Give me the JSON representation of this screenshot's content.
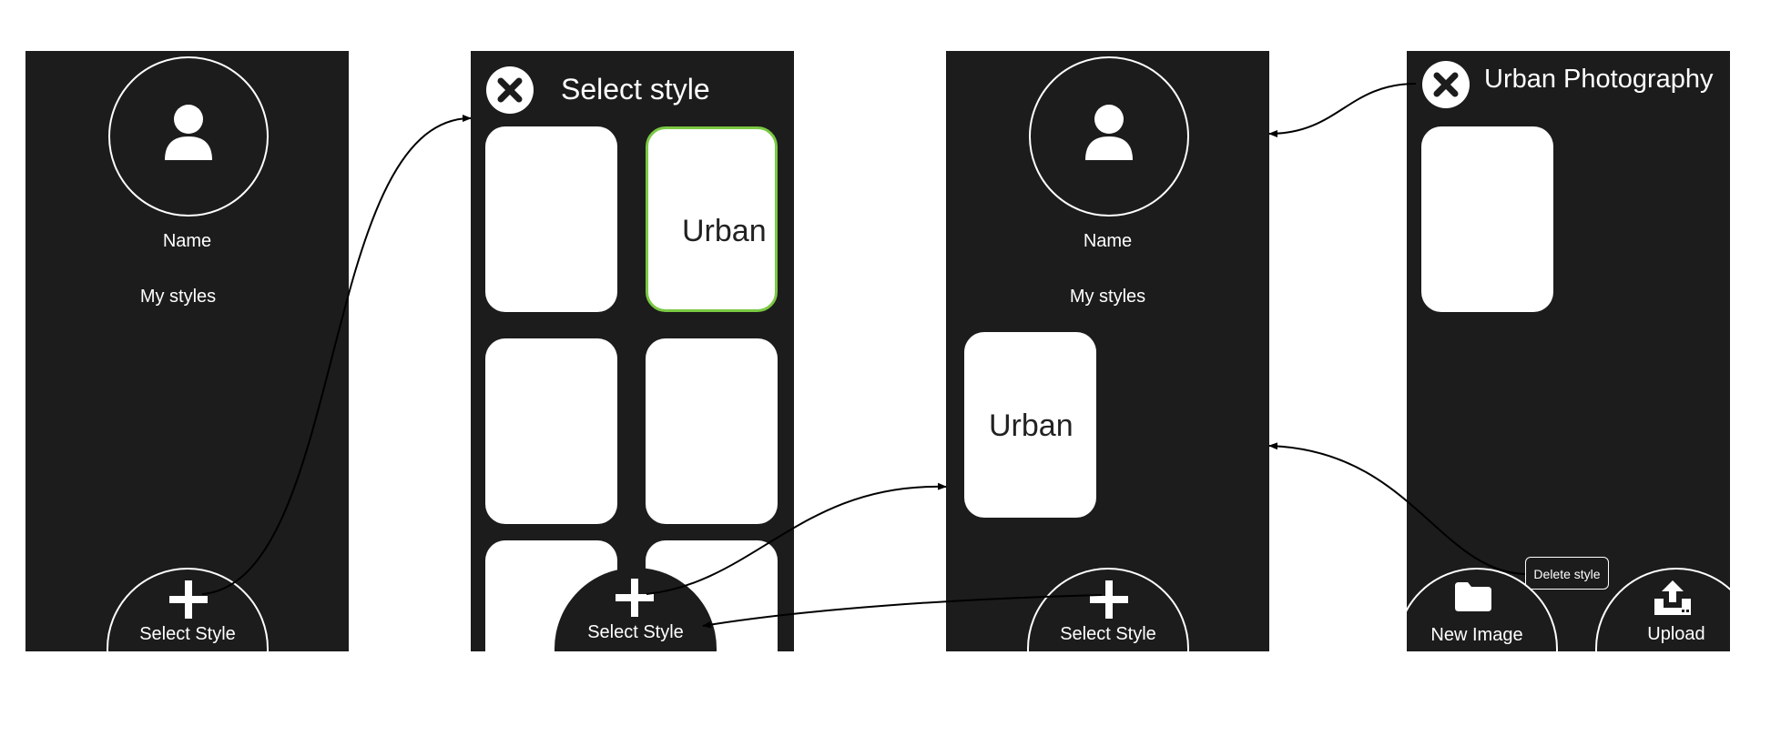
{
  "screen1": {
    "name_label": "Name",
    "my_styles_label": "My styles",
    "fab_label": "Select Style"
  },
  "screen2": {
    "title": "Select style",
    "selected_tile_label": "Urban",
    "fab_label": "Select Style"
  },
  "screen3": {
    "name_label": "Name",
    "my_styles_label": "My styles",
    "style_tile_label": "Urban",
    "fab_label": "Select Style"
  },
  "screen4": {
    "title": "Urban Photography",
    "delete_tooltip": "Delete style",
    "new_image_label": "New Image",
    "upload_label": "Upload"
  },
  "colors": {
    "screen_bg": "#1c1c1c",
    "selected_border": "#7ac943",
    "foreground": "#ffffff"
  }
}
